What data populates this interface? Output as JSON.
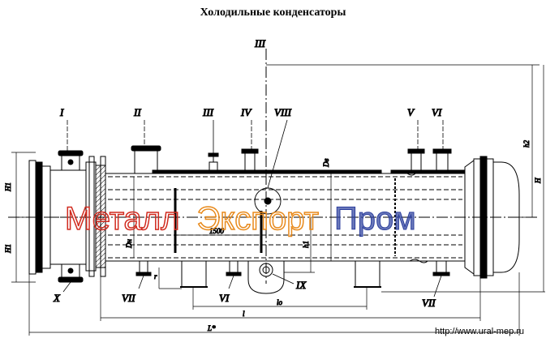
{
  "title": "Холодильные конденсаторы",
  "callouts": {
    "I": "I",
    "II": "II",
    "III_top": "III",
    "III": "III",
    "IV": "IV",
    "VIII": "VIII",
    "V": "V",
    "VI": "VI",
    "X": "X",
    "VII_left": "VII",
    "VI_bottom": "VI",
    "IX": "IX",
    "VII_right": "VII"
  },
  "dimensions": {
    "h1_upper": "H1",
    "h1_lower": "H1",
    "h2": "h2",
    "H": "H",
    "Dn": "Dн",
    "Dv": "Dв",
    "r": "r",
    "h1": "h1",
    "len_1500": "1500",
    "l": "l",
    "lo": "lo",
    "L": "L*"
  },
  "watermark": {
    "part1": "Металл",
    "part2": "Экспорт",
    "part3": "Пром",
    "color1": "#d12b1f",
    "color2": "#e88a1c",
    "color3": "#2b3e9c"
  },
  "url": "http://www.ural-mep.ru"
}
